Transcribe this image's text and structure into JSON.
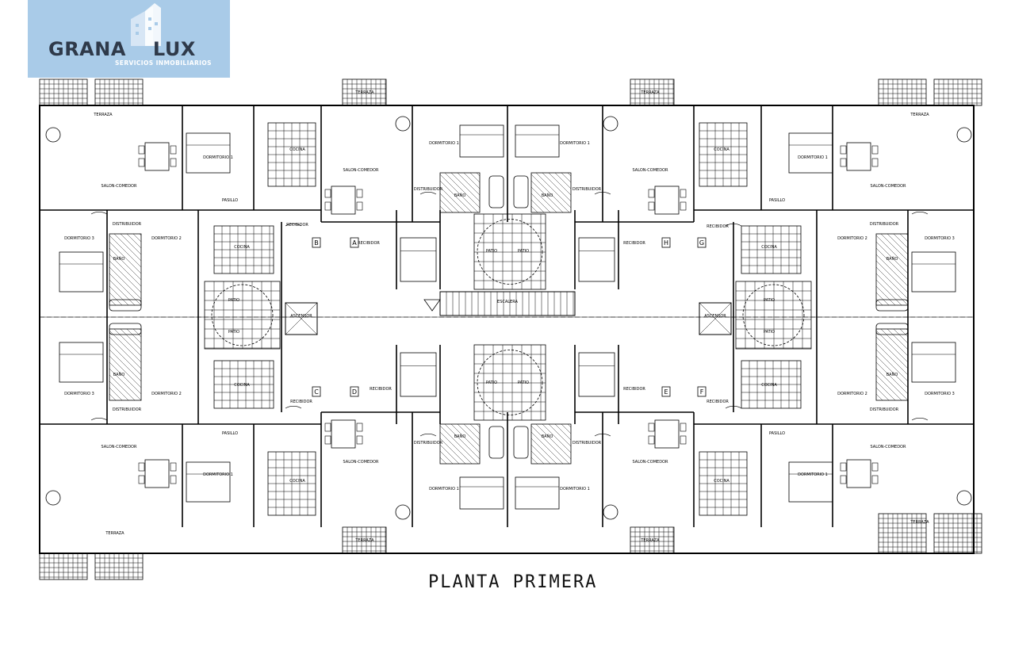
{
  "logo": {
    "name_left": "GRANA",
    "name_right": "LUX",
    "subtitle": "SERVICIOS INMOBILIARIOS"
  },
  "plan": {
    "title": "PLANTA PRIMERA",
    "unit_markers": [
      "A",
      "B",
      "C",
      "D",
      "E",
      "F",
      "G",
      "H"
    ],
    "room_labels": [
      "TERRAZA",
      "DORMITORIO 1",
      "DORMITORIO 2",
      "DORMITORIO 3",
      "COCINA",
      "SALON-COMEDOR",
      "PASILLO",
      "DISTRIBUIDOR",
      "RECIBIDOR",
      "BAÑO",
      "PATIO",
      "ASCENSOR",
      "ESCALERA"
    ]
  }
}
